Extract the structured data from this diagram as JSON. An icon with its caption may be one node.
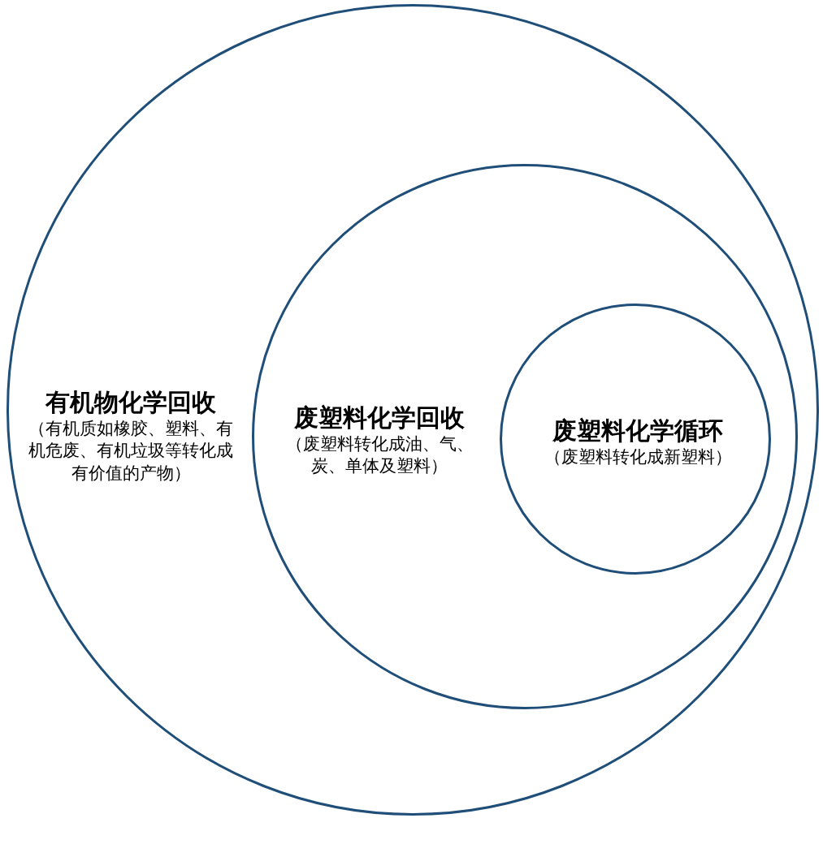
{
  "diagram": {
    "nodes": [
      {
        "text": [
          "有机物化学回收",
          "（有机质如橡胶、塑料、有机危废、有机垃圾等转化成有价值的产物）"
        ]
      },
      {
        "text": [
          "废塑料化学回收",
          "（废塑料转化成油、气、炭、单体及塑料）"
        ],
        "in": 0
      },
      {
        "text": [
          "废塑料化学循环",
          "（废塑料转化成新塑料）"
        ],
        "in": 1
      }
    ]
  }
}
